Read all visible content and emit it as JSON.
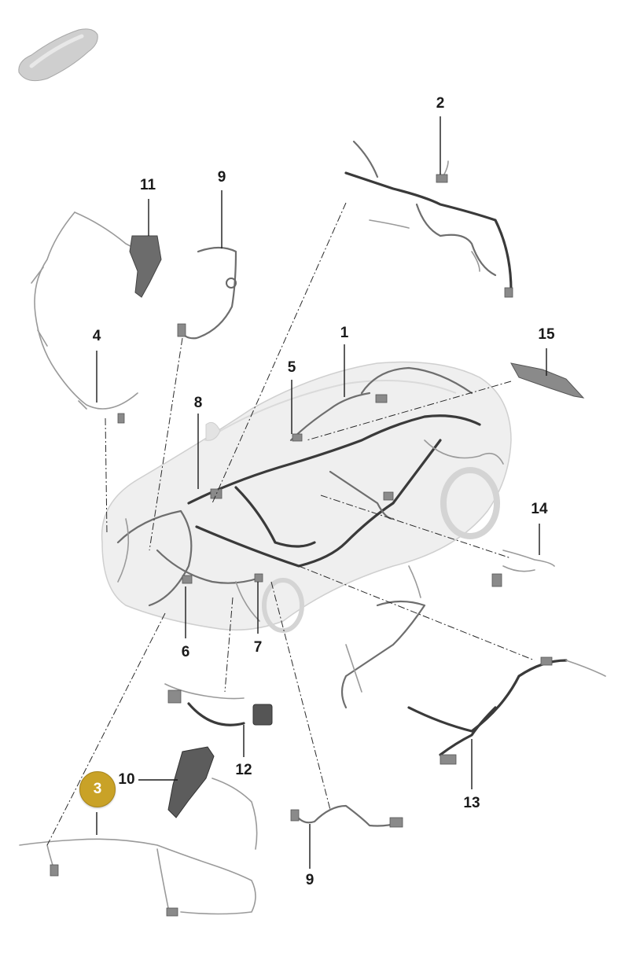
{
  "callouts": [
    {
      "id": "1",
      "label": "1",
      "highlighted": false
    },
    {
      "id": "2",
      "label": "2",
      "highlighted": false
    },
    {
      "id": "3",
      "label": "3",
      "highlighted": true
    },
    {
      "id": "4",
      "label": "4",
      "highlighted": false
    },
    {
      "id": "5",
      "label": "5",
      "highlighted": false
    },
    {
      "id": "6",
      "label": "6",
      "highlighted": false
    },
    {
      "id": "7",
      "label": "7",
      "highlighted": false
    },
    {
      "id": "8",
      "label": "8",
      "highlighted": false
    },
    {
      "id": "9a",
      "label": "9",
      "highlighted": false
    },
    {
      "id": "9b",
      "label": "9",
      "highlighted": false
    },
    {
      "id": "10",
      "label": "10",
      "highlighted": false
    },
    {
      "id": "11",
      "label": "11",
      "highlighted": false
    },
    {
      "id": "12",
      "label": "12",
      "highlighted": false
    },
    {
      "id": "13",
      "label": "13",
      "highlighted": false
    },
    {
      "id": "14",
      "label": "14",
      "highlighted": false
    },
    {
      "id": "15",
      "label": "15",
      "highlighted": false
    }
  ],
  "colors": {
    "highlight": "#c9a227",
    "label": "#1a1a1a",
    "harness": "#6e6e6e",
    "car_body": "#efefef"
  },
  "icons": {
    "vehicle_thumbnail": "car-silhouette-icon"
  }
}
